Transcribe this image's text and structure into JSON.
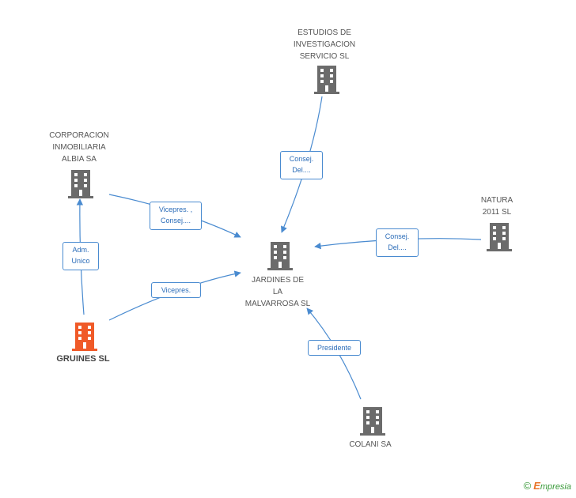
{
  "nodes": {
    "estudios": {
      "label": "ESTUDIOS DE\nINVESTIGACION\nSERVICIO SL",
      "color": "#6b6b6b"
    },
    "corporacion": {
      "label": "CORPORACION\nINMOBILIARIA\nALBIA SA",
      "color": "#6b6b6b"
    },
    "natura": {
      "label": "NATURA\n2011 SL",
      "color": "#6b6b6b"
    },
    "jardines": {
      "label": "JARDINES DE\nLA\nMALVARROSA SL",
      "color": "#6b6b6b"
    },
    "gruines": {
      "label": "GRUINES SL",
      "color": "#f05a28"
    },
    "colani": {
      "label": "COLANI SA",
      "color": "#6b6b6b"
    }
  },
  "edges": {
    "estudios_jardines": "Consej.\nDel....",
    "corporacion_jardines": "Vicepres. ,\nConsej....",
    "natura_jardines": "Consej.\nDel....",
    "gruines_corporacion": "Adm.\nUnico",
    "gruines_jardines": "Vicepres.",
    "colani_jardines": "Presidente"
  },
  "colors": {
    "edge": "#4a8bd0",
    "building": "#6b6b6b",
    "focus": "#f05a28"
  },
  "footer": {
    "copyright": "©",
    "brand_initial": "E",
    "brand_rest": "mpresia"
  }
}
